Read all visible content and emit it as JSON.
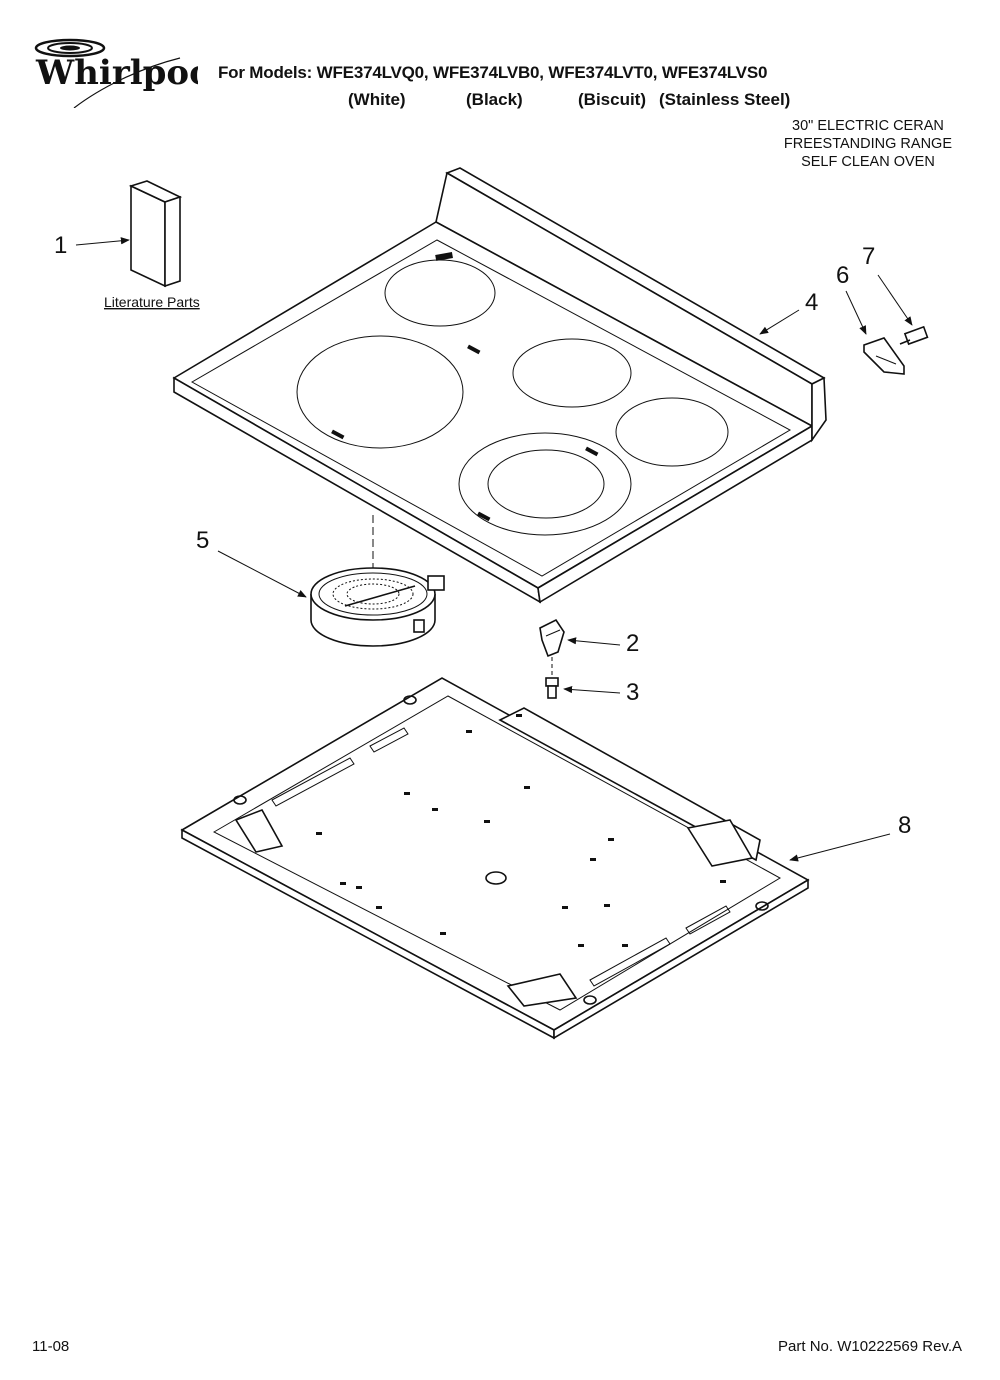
{
  "header": {
    "brand": "Whirlpool",
    "title": "For Models: WFE374LVQ0, WFE374LVB0, WFE374LVT0, WFE374LVS0",
    "colors": {
      "white": "(White)",
      "black": "(Black)",
      "biscuit": "(Biscuit)",
      "stainless": "(Stainless Steel)"
    },
    "description": [
      "30\" ELECTRIC CERAN",
      "FREESTANDING RANGE",
      "SELF CLEAN OVEN"
    ]
  },
  "diagram": {
    "callouts": {
      "c1": "1",
      "c2": "2",
      "c3": "3",
      "c4": "4",
      "c5": "5",
      "c6": "6",
      "c7": "7",
      "c8": "8"
    },
    "literature_label": "Literature Parts"
  },
  "footer": {
    "date": "11-08",
    "part_number": "Part No. W10222569 Rev.A"
  }
}
